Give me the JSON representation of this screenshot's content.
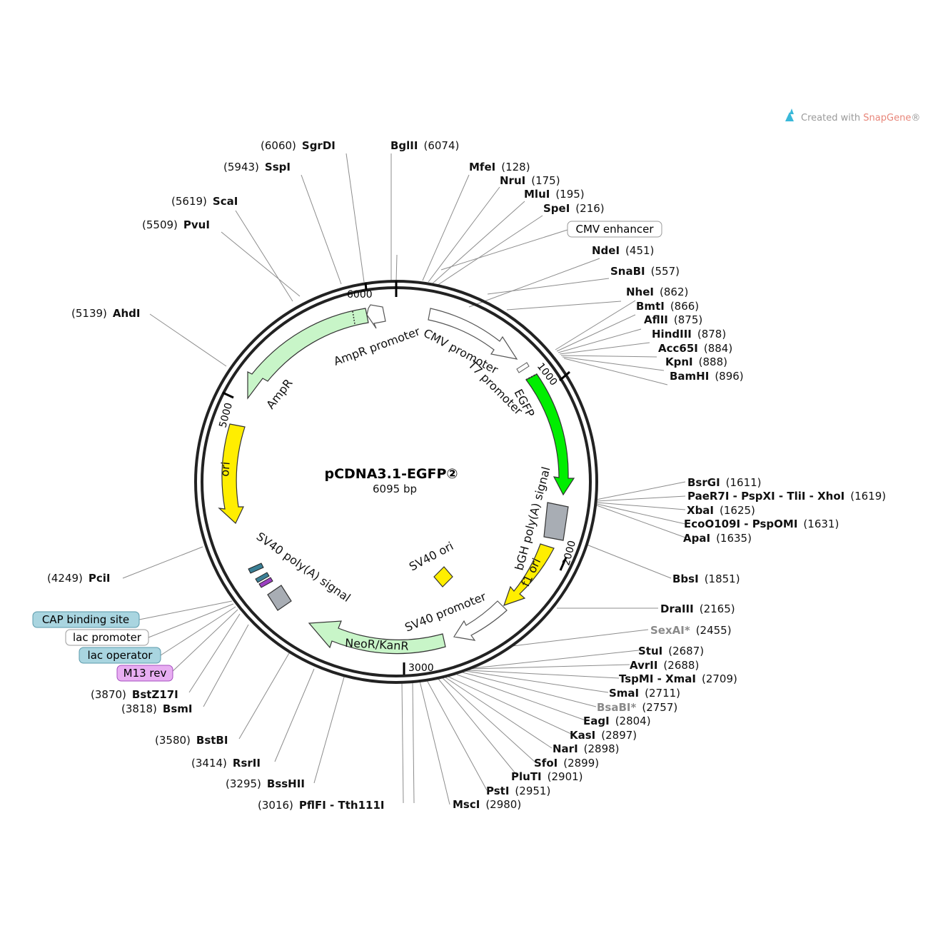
{
  "credit": {
    "prefix": "Created with ",
    "brand": "SnapGene",
    "suffix": "®"
  },
  "plasmid": {
    "name": "pCDNA3.1-EGFP②",
    "size": "6095 bp"
  },
  "ticks": [
    "1000",
    "2000",
    "3000",
    "5000",
    "6000"
  ],
  "features": [
    {
      "label": "CMV promoter"
    },
    {
      "label": "T7 promoter"
    },
    {
      "label": "EGFP"
    },
    {
      "label": "bGH poly(A) signal"
    },
    {
      "label": "f1 ori"
    },
    {
      "label": "SV40 promoter"
    },
    {
      "label": "NeoR/KanR"
    },
    {
      "label": "SV40 ori"
    },
    {
      "label": "SV40 poly(A) signal"
    },
    {
      "label": "ori"
    },
    {
      "label": "AmpR"
    },
    {
      "label": "AmpR promoter"
    }
  ],
  "boxed_features": [
    {
      "label": "CMV enhancer",
      "fill": "#ffffff",
      "stroke": "#9a9a9a"
    },
    {
      "label": "CAP binding site",
      "fill": "#a9d5e0",
      "stroke": "#5a9aab"
    },
    {
      "label": "lac promoter",
      "fill": "#ffffff",
      "stroke": "#9a9a9a"
    },
    {
      "label": "lac operator",
      "fill": "#a9d5e0",
      "stroke": "#5a9aab"
    },
    {
      "label": "M13 rev",
      "fill": "#e8aef2",
      "stroke": "#a64fc0"
    }
  ],
  "sites": [
    {
      "name": "SgrDI",
      "pos": "(6060)"
    },
    {
      "name": "BglII",
      "pos": "(6074)"
    },
    {
      "name": "SspI",
      "pos": "(5943)"
    },
    {
      "name": "MfeI",
      "pos": "(128)"
    },
    {
      "name": "NruI",
      "pos": "(175)"
    },
    {
      "name": "MluI",
      "pos": "(195)"
    },
    {
      "name": "SpeI",
      "pos": "(216)"
    },
    {
      "name": "ScaI",
      "pos": "(5619)"
    },
    {
      "name": "PvuI",
      "pos": "(5509)"
    },
    {
      "name": "NdeI",
      "pos": "(451)"
    },
    {
      "name": "SnaBI",
      "pos": "(557)"
    },
    {
      "name": "NheI",
      "pos": "(862)"
    },
    {
      "name": "BmtI",
      "pos": "(866)"
    },
    {
      "name": "AflII",
      "pos": "(875)"
    },
    {
      "name": "HindIII",
      "pos": "(878)"
    },
    {
      "name": "Acc65I",
      "pos": "(884)"
    },
    {
      "name": "KpnI",
      "pos": "(888)"
    },
    {
      "name": "BamHI",
      "pos": "(896)"
    },
    {
      "name": "AhdI",
      "pos": "(5139)"
    },
    {
      "name": "BsrGI",
      "pos": "(1611)"
    },
    {
      "name": "PaeR7I - PspXI - TliI - XhoI",
      "pos": "(1619)"
    },
    {
      "name": "XbaI",
      "pos": "(1625)"
    },
    {
      "name": "EcoO109I - PspOMI",
      "pos": "(1631)"
    },
    {
      "name": "ApaI",
      "pos": "(1635)"
    },
    {
      "name": "BbsI",
      "pos": "(1851)"
    },
    {
      "name": "PciI",
      "pos": "(4249)"
    },
    {
      "name": "DraIII",
      "pos": "(2165)"
    },
    {
      "name": "SexAI*",
      "pos": "(2455)"
    },
    {
      "name": "StuI",
      "pos": "(2687)"
    },
    {
      "name": "AvrII",
      "pos": "(2688)"
    },
    {
      "name": "TspMI - XmaI",
      "pos": "(2709)"
    },
    {
      "name": "SmaI",
      "pos": "(2711)"
    },
    {
      "name": "BsaBI*",
      "pos": "(2757)"
    },
    {
      "name": "EagI",
      "pos": "(2804)"
    },
    {
      "name": "KasI",
      "pos": "(2897)"
    },
    {
      "name": "NarI",
      "pos": "(2898)"
    },
    {
      "name": "SfoI",
      "pos": "(2899)"
    },
    {
      "name": "PluTI",
      "pos": "(2901)"
    },
    {
      "name": "PstI",
      "pos": "(2951)"
    },
    {
      "name": "MscI",
      "pos": "(2980)"
    },
    {
      "name": "BstZ17I",
      "pos": "(3870)"
    },
    {
      "name": "BsmI",
      "pos": "(3818)"
    },
    {
      "name": "BstBI",
      "pos": "(3580)"
    },
    {
      "name": "RsrII",
      "pos": "(3414)"
    },
    {
      "name": "BssHII",
      "pos": "(3295)"
    },
    {
      "name": "PflFI - Tth111I",
      "pos": "(3016)"
    }
  ],
  "colors": {
    "egfp": "#00ee00",
    "yellow_feature": "#ffee00",
    "amp_neo": "#c8f5c8",
    "polyA_box": "#a8adb4",
    "backbone": "#222222"
  }
}
